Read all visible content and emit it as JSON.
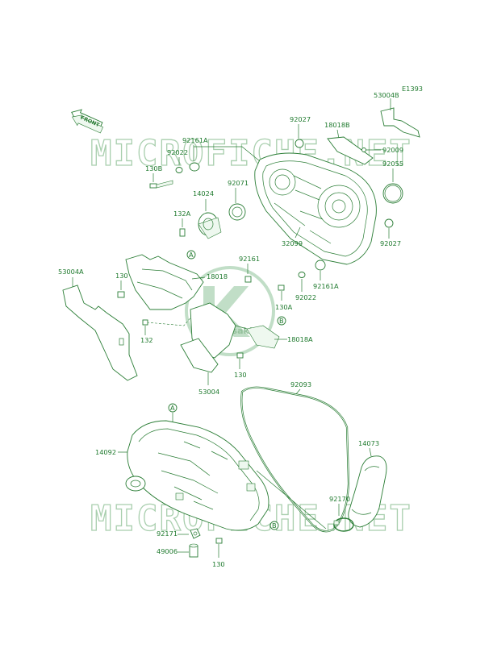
{
  "diagram": {
    "figure_code": "E1393",
    "front_label": "FRONT",
    "watermark_text": "MICROFICHE.NET",
    "center_logo_text": "Kawasaki",
    "callouts": {
      "p53004B": "53004B",
      "p92027_top": "92027",
      "p18018B": "18018B",
      "p92009": "92009",
      "p92055": "92055",
      "p92027_right": "92027",
      "p92161A_top": "92161A",
      "p92022_top": "92022",
      "p130B": "130B",
      "p92071": "92071",
      "p14024": "14024",
      "p132A": "132A",
      "p32099": "32099",
      "p53004A": "53004A",
      "p130_left": "130",
      "p18018": "18018",
      "p92161": "92161",
      "p92161A_mid": "92161A",
      "p92022_mid": "92022",
      "p130A": "130A",
      "p132": "132",
      "p18018A": "18018A",
      "p130_mid": "130",
      "p53004": "53004",
      "p92093": "92093",
      "p14092": "14092",
      "p14073": "14073",
      "p92170": "92170",
      "p92171": "92171",
      "p49006": "49006",
      "p130_bottom": "130"
    },
    "ref_markers": {
      "A_upper": "A",
      "B_upper": "B",
      "A_lower": "A",
      "B_lower": "B"
    },
    "colors": {
      "line": "#2a7d35",
      "text": "#1f7a2e",
      "watermark": "#a9cfae"
    }
  }
}
